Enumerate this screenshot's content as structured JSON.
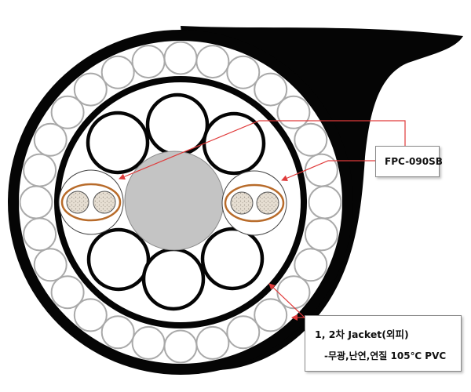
{
  "labels": {
    "part_number": "FPC-090SB",
    "jacket_title": "1, 2차 Jacket(외피)",
    "jacket_spec": "-무광,난연,연질 105℃  PVC"
  },
  "colors": {
    "sheath": "#050505",
    "leader": "#e03a3a",
    "center_core": "#c4c4c4",
    "twisted_pair_wrap": "#b86b2a",
    "strand_fill": "#e6ded2"
  }
}
